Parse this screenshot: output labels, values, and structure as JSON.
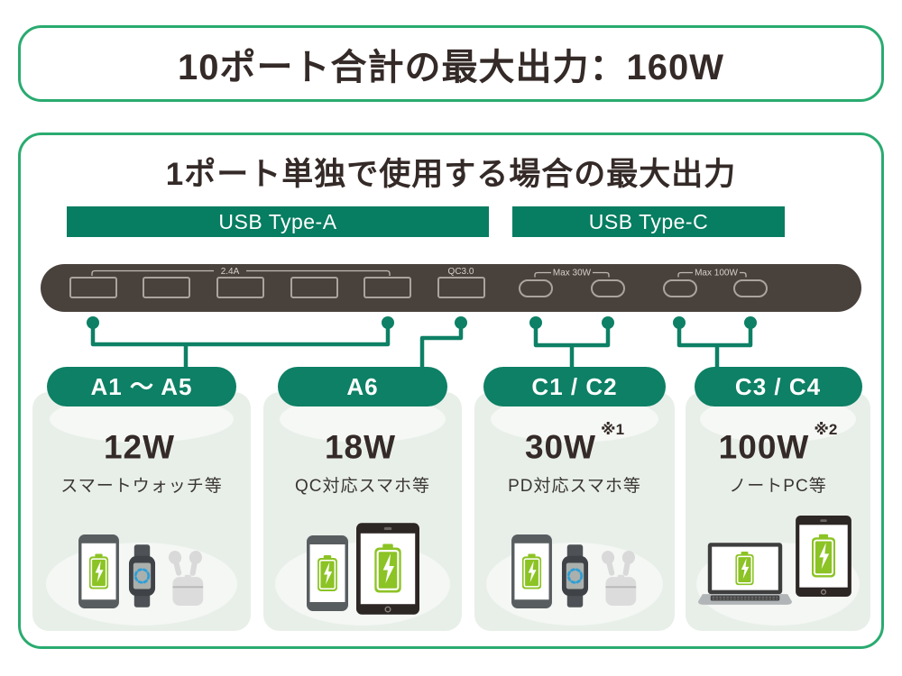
{
  "colors": {
    "accent_green": "#0d8065",
    "border_green": "#2aab70",
    "bar_green": "#077d61",
    "card_bg": "#e8efe9",
    "strip_bg": "#49413c",
    "text_dark": "#342a27",
    "battery_green": "#8cc325",
    "watch_blue": "#2f9fd6"
  },
  "top_banner": {
    "title": "10ポート合計の最大出力：160W"
  },
  "main_panel": {
    "title": "1ポート単独で使用する場合の最大出力",
    "type_bars": [
      {
        "label": "USB Type-A"
      },
      {
        "label": "USB Type-C"
      }
    ],
    "strip": {
      "a_group_label": "2.4A",
      "qc_label": "QC3.0",
      "c12_label": "Max 30W",
      "c34_label": "Max 100W"
    },
    "groups": [
      {
        "ports": "A1 ～ A5",
        "wattage": "12W",
        "note": "",
        "description": "スマートウォッチ等",
        "devices": [
          "smartphone",
          "smartwatch",
          "earbuds"
        ]
      },
      {
        "ports": "A6",
        "wattage": "18W",
        "note": "",
        "description": "QC対応スマホ等",
        "devices": [
          "smartphone",
          "tablet"
        ]
      },
      {
        "ports": "C1 / C2",
        "wattage": "30W",
        "note": "※1",
        "description": "PD対応スマホ等",
        "devices": [
          "smartphone",
          "smartwatch",
          "earbuds"
        ]
      },
      {
        "ports": "C3 / C4",
        "wattage": "100W",
        "note": "※2",
        "description": "ノートPC等",
        "devices": [
          "laptop",
          "tablet"
        ]
      }
    ]
  }
}
